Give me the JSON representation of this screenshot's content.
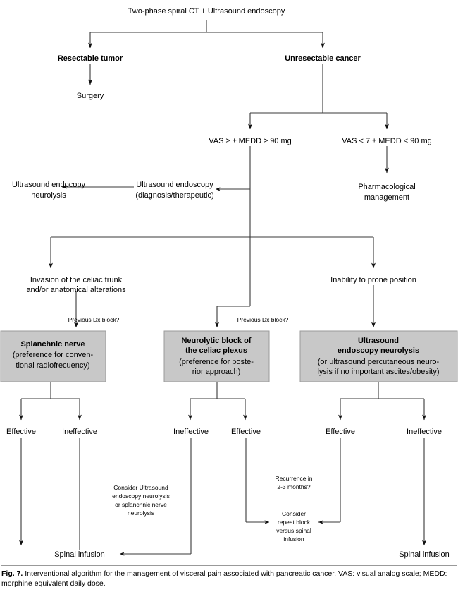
{
  "figure": {
    "label": "Fig. 7.",
    "caption": "Interventional algorithm for the management of visceral pain associated with pancreatic cancer. VAS: visual analog scale; MEDD: morphine equivalent daily dose."
  },
  "nodes": {
    "root": "Two-phase spiral CT + Ultrasound endoscopy",
    "resectable": "Resectable tumor",
    "unresectable": "Unresectable cancer",
    "surgery": "Surgery",
    "vas_high": "VAS ≥ ± MEDD ≥ 90 mg",
    "vas_low": "VAS < 7 ± MEDD < 90 mg",
    "us_neurolysis_l1": "Ultrasound endocopy",
    "us_neurolysis_l2": "neurolysis",
    "us_endoscopy_l1": "Ultrasound endoscopy",
    "us_endoscopy_l2": "(diagnosis/therapeutic)",
    "pharm_l1": "Pharmacological",
    "pharm_l2": "management",
    "invasion_l1": "Invasion of the celiac trunk",
    "invasion_l2": "and/or anatomical alterations",
    "inability": "Inability to prone position",
    "prev_dx_left": "Previous Dx block?",
    "prev_dx_mid": "Previous Dx block?"
  },
  "boxes": {
    "splanchnic": {
      "lines": [
        "Splanchnic nerve",
        "(preference for conven-",
        "tional radiofrecuency)"
      ],
      "bold_lines": 1
    },
    "neurolytic": {
      "lines": [
        "Neurolytic block of",
        "the celiac plexus",
        "(preference for poste-",
        "rior approach)"
      ],
      "bold_lines": 2
    },
    "ultrasound": {
      "lines": [
        "Ultrasound",
        "endoscopy neurolysis",
        "(or ultrasound percutaneous neuro-",
        "lysis if no important ascites/obesity)"
      ],
      "bold_lines": 2
    }
  },
  "outcomes": {
    "b1_left": "Effective",
    "b1_right": "Ineffective",
    "b2_left": "Ineffective",
    "b2_right": "Effective",
    "b3_left": "Effective",
    "b3_right": "Ineffective"
  },
  "terminals": {
    "consider_us_l1": "Consider Ultrasound",
    "consider_us_l2": "endoscopy neurolysis",
    "consider_us_l3": "or splanchnic nerve",
    "consider_us_l4": "neurolysis",
    "recurrence_l1": "Recurrence in",
    "recurrence_l2": "2-3 months?",
    "repeat_l1": "Consider",
    "repeat_l2": "repeat block",
    "repeat_l3": "versus spinal",
    "repeat_l4": "infusion",
    "spinal_left": "Spinal infusion",
    "spinal_right": "Spinal infusion"
  },
  "colors": {
    "box_fill": "#c8c8c8",
    "box_stroke": "#9a9a9a",
    "line": "#3a3a3a",
    "text": "#000000",
    "background": "#ffffff"
  }
}
